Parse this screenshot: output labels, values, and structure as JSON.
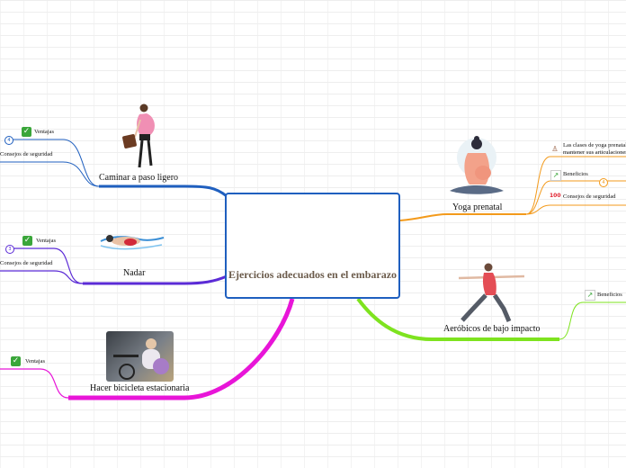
{
  "central": {
    "title": "Ejercicios adecuados en el embarazo"
  },
  "branches": {
    "walk": {
      "label": "Caminar a paso ligero",
      "children": [
        {
          "label": "Ventajas",
          "number": "4"
        },
        {
          "label": "Consejos de seguridad"
        }
      ]
    },
    "swim": {
      "label": "Nadar",
      "children": [
        {
          "label": "Ventajas",
          "number": "3"
        },
        {
          "label": "Consejos de seguridad"
        }
      ]
    },
    "bike": {
      "label": "Hacer bicicleta estacionaria",
      "children": [
        {
          "label": "Ventajas"
        }
      ]
    },
    "yoga": {
      "label": "Yoga prenatal",
      "children": [
        {
          "label": "Las clases de yoga prenatal",
          "label2": "mantener sus articulaciones"
        },
        {
          "label": "Beneficios",
          "number": "4"
        },
        {
          "label": "Consejos de seguridad",
          "icon": "100"
        }
      ]
    },
    "aerobic": {
      "label": "Aeróbicos de bajo impacto",
      "children": [
        {
          "label": "Beneficios"
        }
      ]
    }
  },
  "colors": {
    "central_border": "#1f5fbf",
    "walk": "#1f5fbf",
    "swim": "#5b2bd6",
    "bike": "#e815d8",
    "yoga": "#f39a1b",
    "aerobic": "#7ee31f"
  }
}
